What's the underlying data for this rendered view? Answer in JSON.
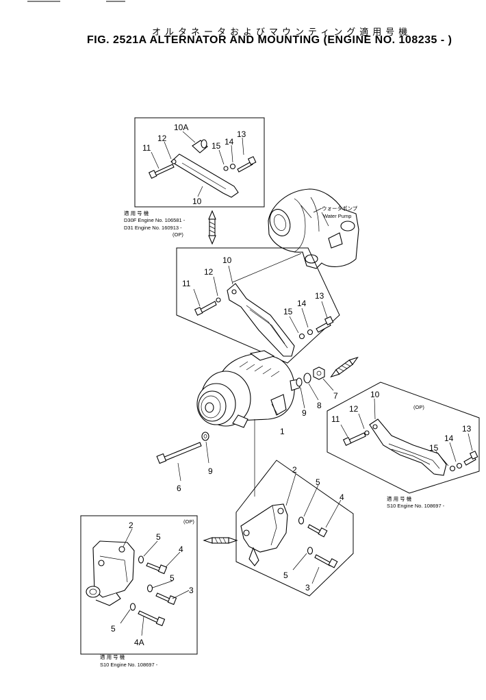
{
  "header": {
    "japanese_title": "オルタネータおよびマウンティング適用号機",
    "title": "FIG. 2521A  ALTERNATOR AND MOUNTING (ENGINE NO. 108235 - )"
  },
  "callouts": {
    "box1": [
      "10A",
      "11",
      "12",
      "13",
      "14",
      "15",
      "10"
    ],
    "main_bracket": [
      "10",
      "11",
      "12",
      "13",
      "14",
      "15"
    ],
    "alternator": [
      "1",
      "7",
      "8",
      "9",
      "9",
      "6"
    ],
    "op_bracket": [
      "10",
      "11",
      "12",
      "13",
      "14",
      "15"
    ],
    "mount": [
      "2",
      "5",
      "4",
      "5",
      "3"
    ],
    "op_mount": [
      "2",
      "5",
      "4",
      "5",
      "3",
      "5",
      "4A"
    ]
  },
  "notes": {
    "box1_applicable": "適 用 号 機",
    "box1_line1": "D30F Engine No. 106581 -",
    "box1_line2": "D31  Engine No. 160913 -",
    "box1_line3": "(OP)",
    "water_pump_jp": "ウォータポンプ",
    "water_pump": "Water  Pump",
    "op_label": "(OP)",
    "op_applicable": "適 用 号 機",
    "op_engine": "S10 Engine No. 108697 -",
    "op_mount_label": "(OP)",
    "op_mount_applicable": "適 用 号 機",
    "op_mount_engine": "S10 Engine No. 108697 -"
  }
}
